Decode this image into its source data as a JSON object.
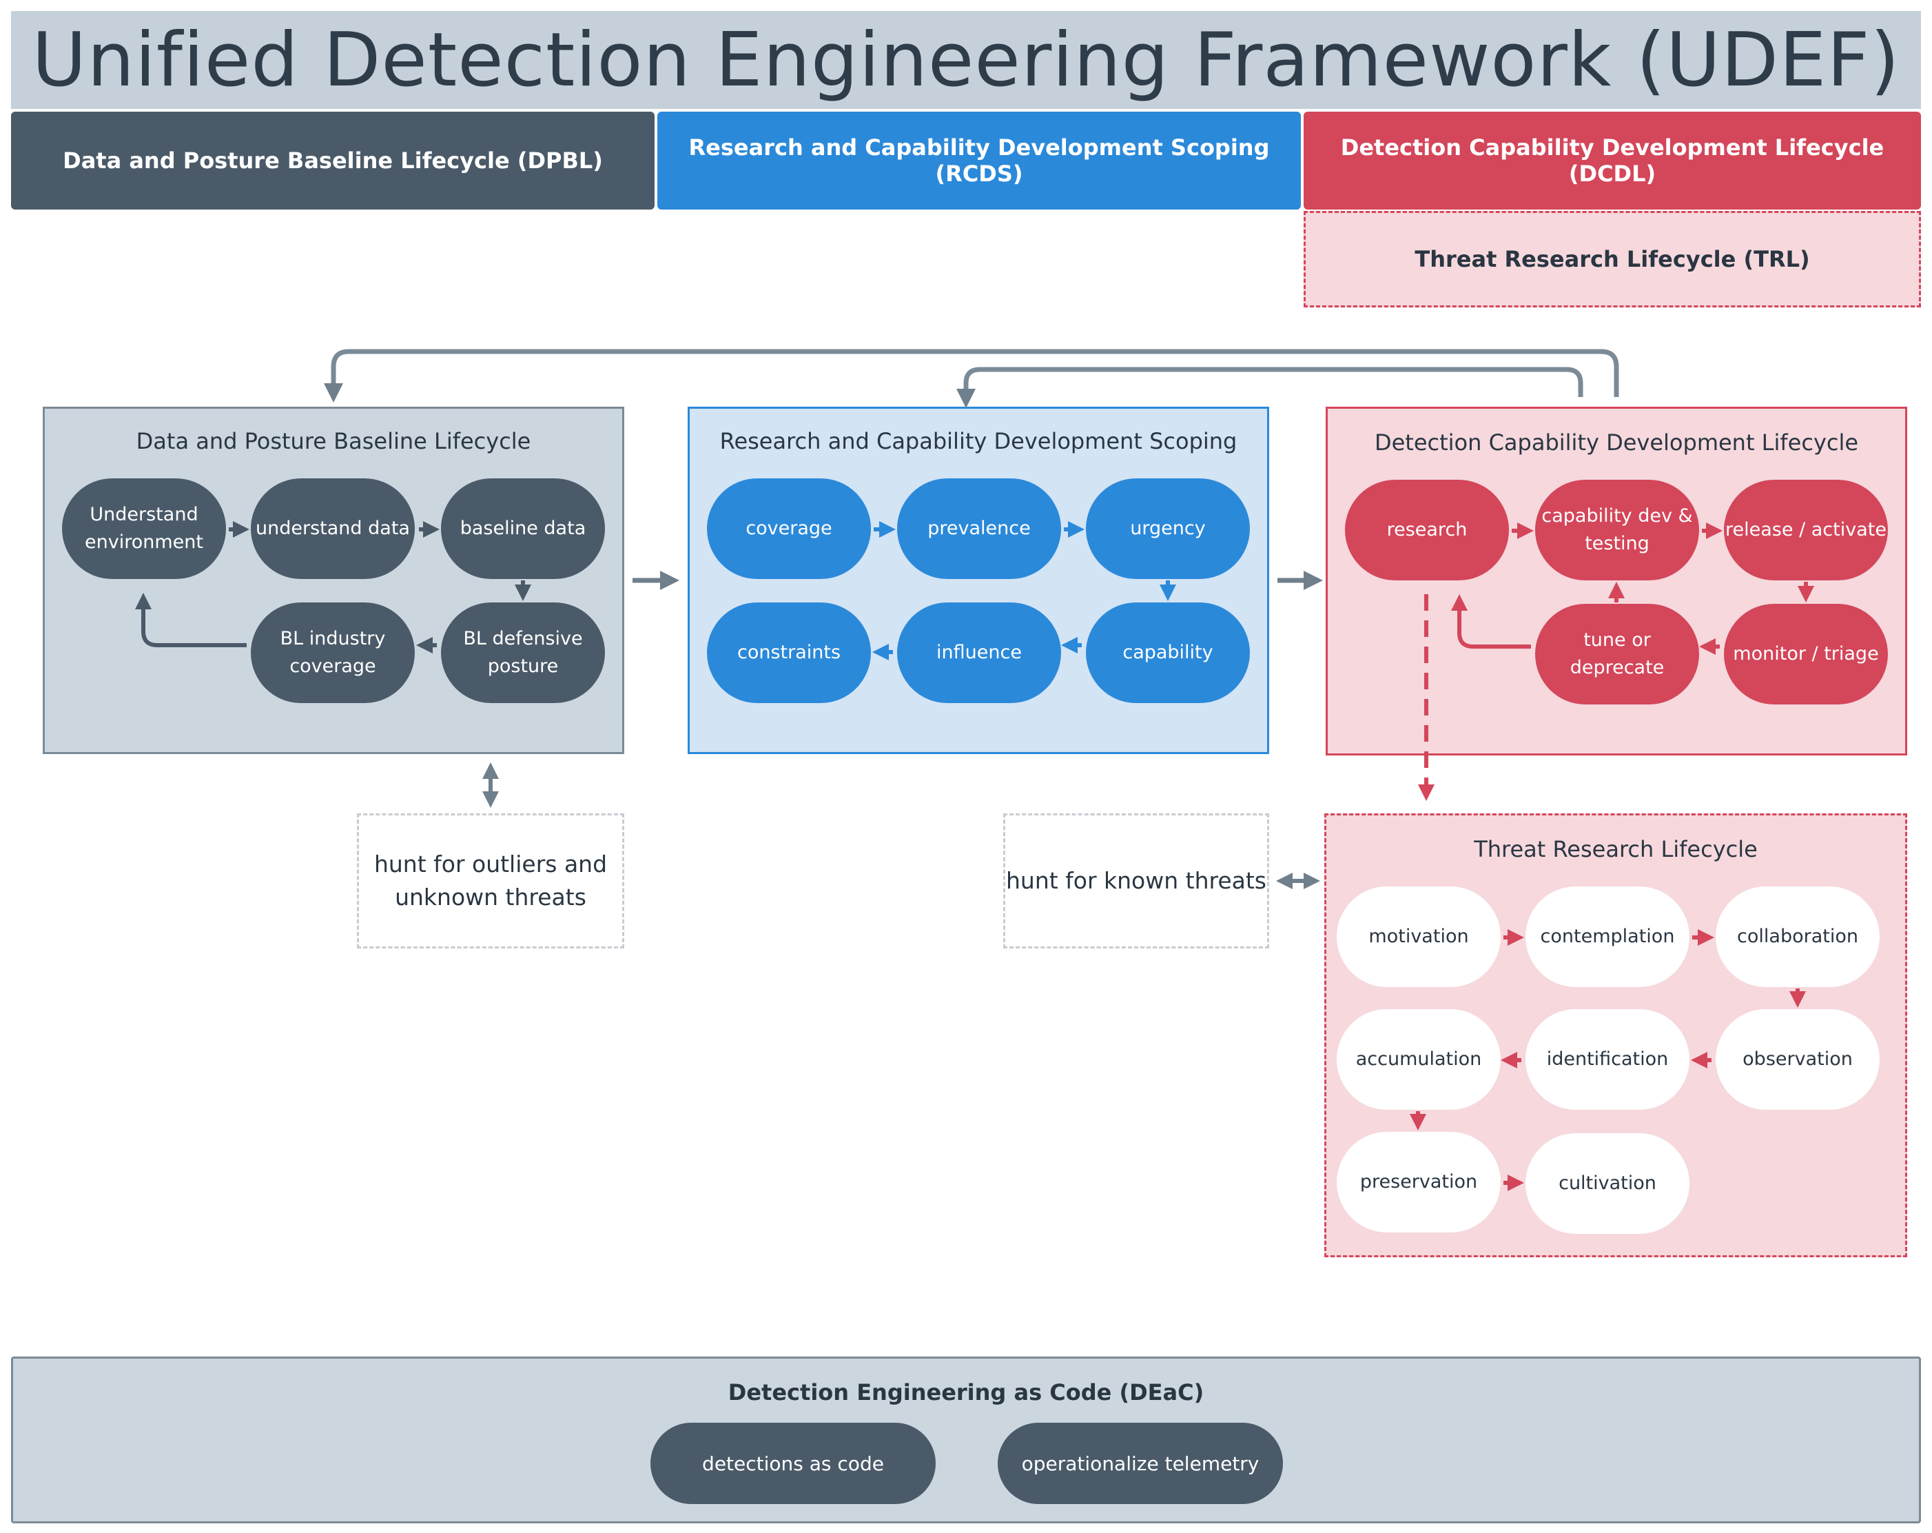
{
  "title": "Unified Detection Engineering Framework (UDEF)",
  "banners": {
    "dpbl": "Data and Posture Baseline Lifecycle (DPBL)",
    "rcds": "Research and Capability Development Scoping (RCDS)",
    "dcdl": "Detection Capability Development Lifecycle (DCDL)",
    "trl": "Threat Research Lifecycle (TRL)"
  },
  "dpbl": {
    "title": "Data and Posture Baseline Lifecycle",
    "nodes": [
      "Understand environment",
      "understand data",
      "baseline data",
      "BL defensive posture",
      "BL industry coverage"
    ]
  },
  "rcds": {
    "title": "Research and Capability Development Scoping",
    "nodes": [
      "coverage",
      "prevalence",
      "urgency",
      "capability",
      "influence",
      "constraints"
    ]
  },
  "dcdl": {
    "title": "Detection Capability Development Lifecycle",
    "nodes": [
      "research",
      "capability dev & testing",
      "release / activate",
      "monitor / triage",
      "tune or deprecate"
    ]
  },
  "trl": {
    "title": "Threat Research Lifecycle",
    "nodes": [
      "motivation",
      "contemplation",
      "collaboration",
      "observation",
      "identification",
      "accumulation",
      "preservation",
      "cultivation"
    ]
  },
  "hunts": {
    "unknown": "hunt for outliers and unknown threats",
    "known": "hunt for known threats"
  },
  "deac": {
    "title": "Detection Engineering as Code (DEaC)",
    "items": [
      "detections as code",
      "operationalize telemetry"
    ]
  },
  "colors": {
    "dark": "#4a5a68",
    "blue": "#2b89da",
    "red": "#d4465a",
    "grey_arrow": "#6f7f8c"
  }
}
